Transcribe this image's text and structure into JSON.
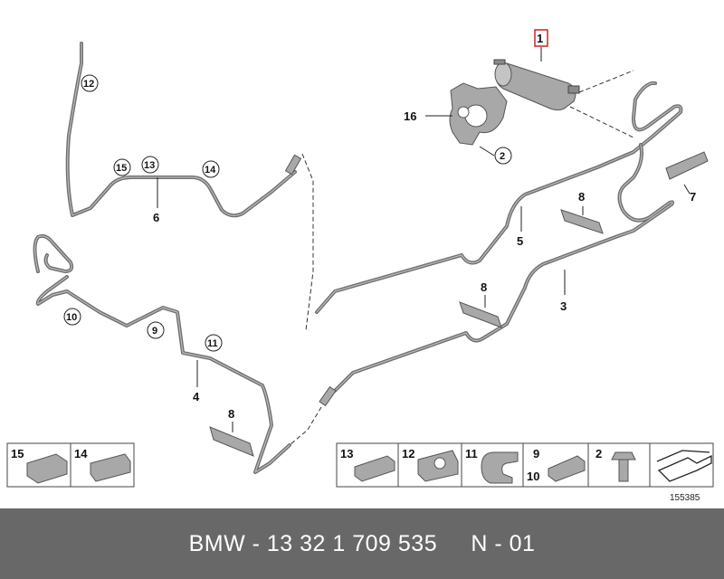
{
  "diagram": {
    "callouts": {
      "c1": "1",
      "c2": "2",
      "c3": "3",
      "c4": "4",
      "c5": "5",
      "c6": "6",
      "c7": "7",
      "c8a": "8",
      "c8b": "8",
      "c8c": "8",
      "c9": "9",
      "c10": "10",
      "c11": "11",
      "c12": "12",
      "c13": "13",
      "c14": "14",
      "c15": "15",
      "c16": "16"
    },
    "legend_left": [
      "15",
      "14"
    ],
    "legend_right": [
      "13",
      "12",
      "11",
      "9",
      "10",
      "2"
    ],
    "reference_number": "155385"
  },
  "footer": {
    "text": "BMW - 13 32 1 709 535     N - 01"
  },
  "colors": {
    "footer_bg": "#686868",
    "pipe": "#6f6f6f",
    "highlight_box": "#cc2222"
  }
}
